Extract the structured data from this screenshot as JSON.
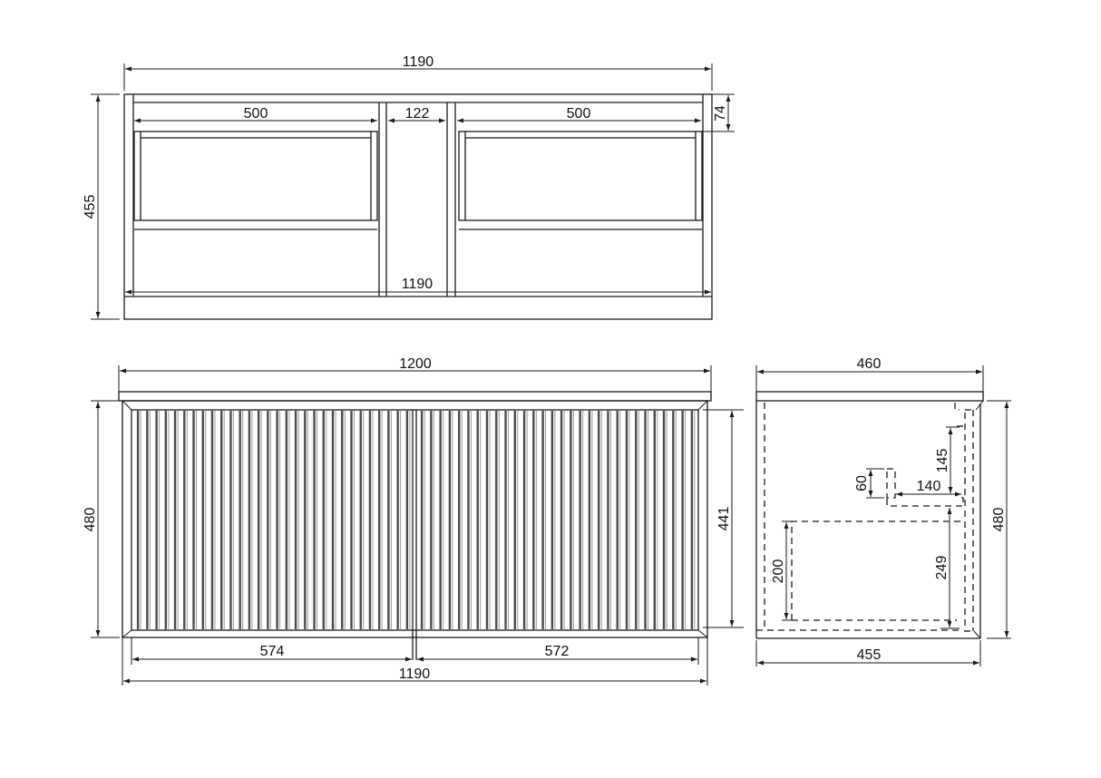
{
  "drawing": {
    "top_view": {
      "overall_width": "1190",
      "overall_depth": "455",
      "drawer_left_width": "500",
      "center_gap_width": "122",
      "drawer_right_width": "500",
      "front_rail_height": "74",
      "inner_width": "1190"
    },
    "front_view": {
      "top_width": "1200",
      "height": "480",
      "door_height": "441",
      "left_door_width": "574",
      "right_door_width": "572",
      "carcass_width": "1190",
      "slats_per_door": 30
    },
    "side_view": {
      "top_depth": "460",
      "bottom_depth": "455",
      "height": "480",
      "upper_offset": "145",
      "waste_depth": "140",
      "waste_height": "60",
      "lower_drawer_clearance": "249",
      "lower_drawer_height": "200"
    }
  }
}
